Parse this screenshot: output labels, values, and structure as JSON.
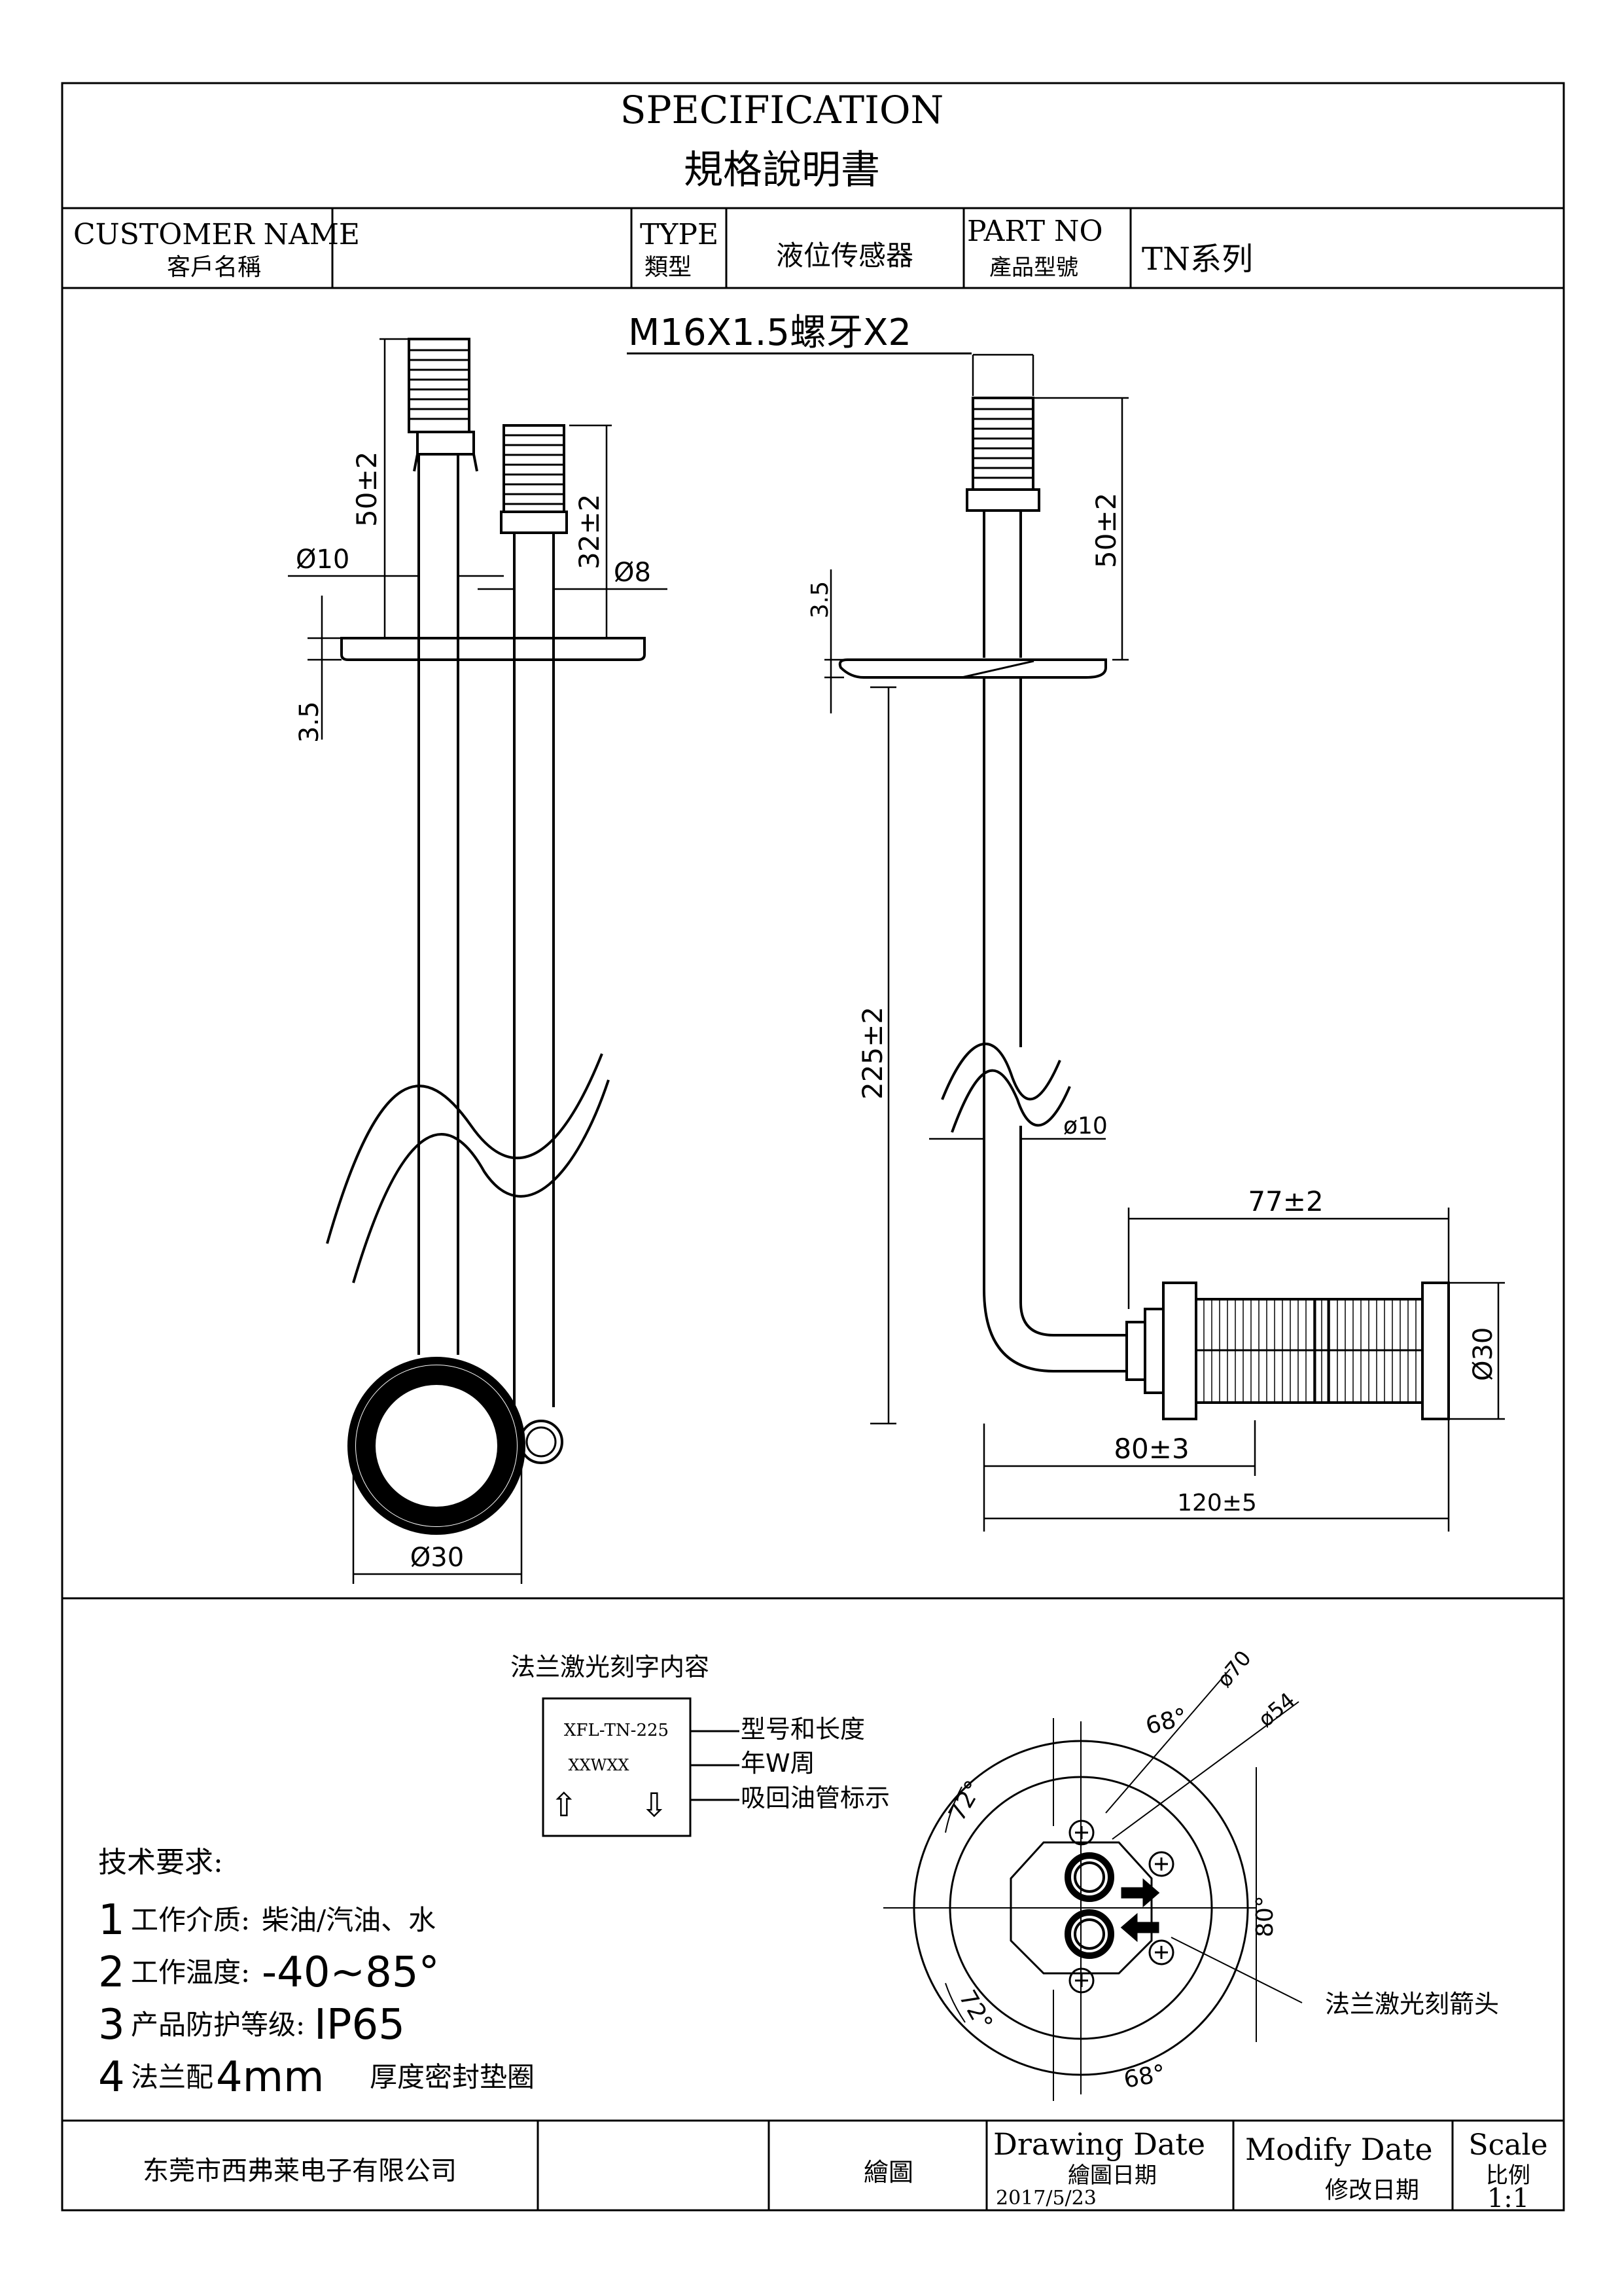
{
  "header": {
    "title_en": "SPECIFICATION",
    "title_cn": "規格說明書",
    "customer_label_en": "CUSTOMER NAME",
    "customer_label_cn": "客戶名稱",
    "customer_value": "",
    "type_label_en": "TYPE",
    "type_label_cn": "類型",
    "type_value": "液位传感器",
    "part_label_en": "PART NO",
    "part_label_cn": "產品型號",
    "part_value": "TN系列"
  },
  "drawing": {
    "thread_note": "M16X1.5螺牙X2",
    "left_view": {
      "dim_thread_length_1": "50±2",
      "dim_thread_length_2": "32±2",
      "dim_tube_dia_1": "Ø10",
      "dim_tube_dia_2": "Ø8",
      "dim_flange_thickness": "3.5",
      "dim_float_dia": "Ø30"
    },
    "right_view": {
      "dim_flange_thickness": "3.5",
      "dim_thread_length": "50±2",
      "dim_tube_length": "225±2",
      "dim_tube_dia": "ø10",
      "dim_filter_length": "77±2",
      "dim_filter_dia": "Ø30",
      "dim_elbow_offset": "80±3",
      "dim_total_offset": "120±5"
    }
  },
  "laser_marking": {
    "title": "法兰激光刻字内容",
    "line1": "XFL-TN-225",
    "line2": "XXWXX",
    "arrow_up": "⇧",
    "arrow_down": "⇩",
    "label1": "型号和长度",
    "label2": "年W周",
    "label3": "吸回油管标示"
  },
  "flange_view": {
    "dim_outer_dia": "ø70",
    "dim_bolt_circle": "ø54",
    "angle_top": "68°",
    "angle_bottom": "68°",
    "angle_left_top": "72°",
    "angle_left_bottom": "72°",
    "angle_right": "80°",
    "arrow_note": "法兰激光刻箭头"
  },
  "tech_requirements": {
    "title": "技术要求:",
    "item1_num": "1",
    "item1_label": "工作介质:",
    "item1_value": "柴油/汽油、水",
    "item2_num": "2",
    "item2_label": "工作温度:",
    "item2_value": "-40~85°",
    "item3_num": "3",
    "item3_label": "产品防护等级:",
    "item3_value": "IP65",
    "item4_num": "4",
    "item4_label": "法兰配",
    "item4_value": "4mm",
    "item4_suffix": "厚度密封垫圈"
  },
  "footer": {
    "company": "东莞市西弗莱电子有限公司",
    "blank1": "",
    "drawn_label": "繪圖",
    "drawing_date_en": "Drawing Date",
    "drawing_date_cn": "繪圖日期",
    "drawing_date_value": "2017/5/23",
    "modify_date_en": "Modify Date",
    "modify_date_cn": "修改日期",
    "scale_en": "Scale",
    "scale_cn": "比例",
    "scale_value": "1:1"
  }
}
